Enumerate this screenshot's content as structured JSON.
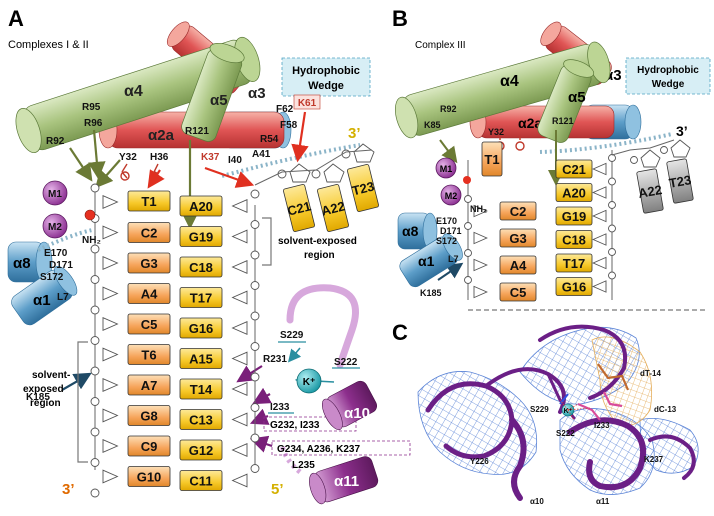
{
  "panelA": {
    "letter": "A",
    "subtitle": "Complexes I & II",
    "helices": {
      "a4": "α4",
      "a3": "α3",
      "a5": "α5",
      "a2a": "α2a",
      "a8": "α8",
      "a1": "α1",
      "a10": "α10",
      "a11": "α11"
    },
    "wedge_line1": "Hydrophobic",
    "wedge_line2": "Wedge",
    "residues": {
      "r92": "R92",
      "r95": "R95",
      "r96": "R96",
      "r121": "R121",
      "f62": "F62",
      "f58": "F58",
      "r54": "R54",
      "a41": "A41",
      "i40": "I40",
      "k61": "K61",
      "k37": "K37",
      "y32": "Y32",
      "h36": "H36",
      "e170": "E170",
      "d171": "D171",
      "s172": "S172",
      "l7": "L7",
      "k185": "K185",
      "s229": "S229",
      "s222": "S222",
      "r231": "R231",
      "i233": "I233",
      "g232_i233": "G232, I233",
      "g234_a236_k237": "G234, A236, K237",
      "l235": "L235",
      "kplus": "K⁺",
      "nh2": "NH₂"
    },
    "metals": {
      "m1": "M1",
      "m2": "M2"
    },
    "three_prime_top": "3’",
    "three_prime_bottom": "3’",
    "five_prime_bottom": "5’",
    "left_bases": [
      "T1",
      "C2",
      "G3",
      "A4",
      "C5",
      "T6",
      "A7",
      "G8",
      "C9",
      "G10"
    ],
    "right_bases": [
      "A20",
      "G19",
      "C18",
      "T17",
      "G16",
      "A15",
      "T14",
      "C13",
      "G12",
      "C11"
    ],
    "overhang_bases": [
      "C21",
      "A22",
      "T23"
    ],
    "solvent_right_line1": "solvent-exposed",
    "solvent_right_line2": "region",
    "solvent_left_line1": "solvent-",
    "solvent_left_line2": "exposed",
    "solvent_left_line3": "region"
  },
  "panelB": {
    "letter": "B",
    "subtitle": "Complex III",
    "helices": {
      "a4": "α4",
      "a3": "α3",
      "a5": "α5",
      "a2a": "α2a",
      "a8": "α8",
      "a1": "α1"
    },
    "wedge_line1": "Hydrophobic",
    "wedge_line2": "Wedge",
    "residues": {
      "k85": "K85",
      "r92": "R92",
      "y32": "Y32",
      "r121": "R121",
      "e170": "E170",
      "d171": "D171",
      "s172": "S172",
      "l7": "L7",
      "k185": "K185",
      "nh2": "NH₂"
    },
    "metals": {
      "m1": "M1",
      "m2": "M2"
    },
    "three_prime": "3’",
    "left_bases": [
      "T1",
      "C2",
      "G3",
      "A4",
      "C5"
    ],
    "right_bases": [
      "C21",
      "A20",
      "G19",
      "C18",
      "T17",
      "G16"
    ],
    "flipped_bases": [
      "A22",
      "T23"
    ]
  },
  "panelC": {
    "letter": "C",
    "labels": {
      "dt14": "dT-14",
      "dc13": "dC-13",
      "s229": "S229",
      "kplus": "K⁺",
      "i233": "I233",
      "s222": "S222",
      "y226": "Y226",
      "k237": "K237",
      "a10": "α10",
      "a11": "α11"
    }
  },
  "colors": {
    "helix_green": "#a9c47f",
    "helix_red": "#e05555",
    "helix_blue": "#5d9ec9",
    "helix_purple": "#8d2f8d",
    "base_orange": "#f6a45a",
    "base_yellow": "#f7c92a",
    "base_grey": "#9a9a9a",
    "metal_purple": "#9b3aa0",
    "potassium_teal": "#2cb6c1",
    "arrow_green": "#6b7a35",
    "arrow_red": "#e03020",
    "arrow_purple": "#7a1f7a",
    "arrow_navy": "#1f4a66",
    "wedge_box": "#d7eef5"
  }
}
